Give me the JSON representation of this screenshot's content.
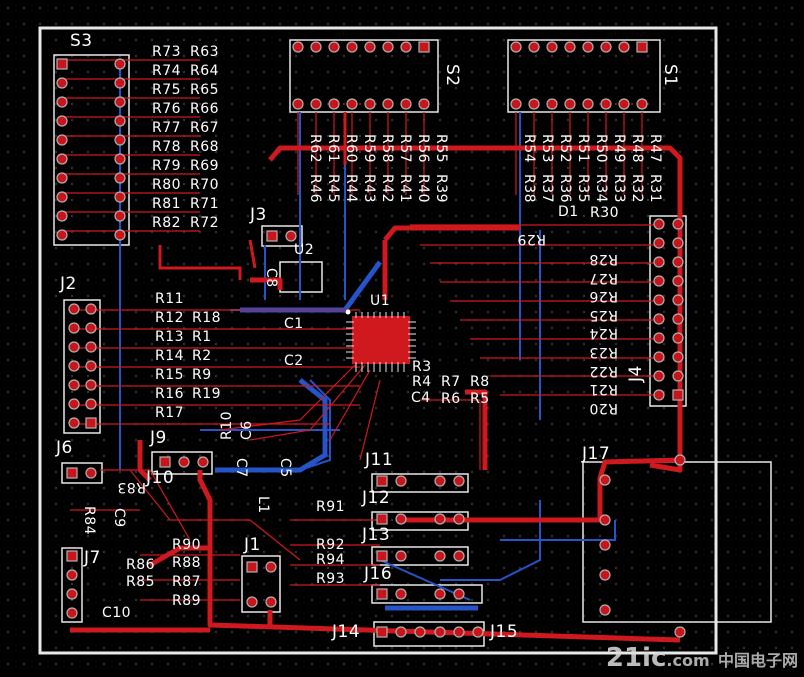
{
  "colors": {
    "top_copper": "#d0191e",
    "bottom_copper": "#2454c8",
    "silkscreen": "#ffffff",
    "board_edge": "#e8e8e8",
    "pad": "#c8151b",
    "via": "#b0b0b0"
  },
  "connectors": {
    "S3": "S3",
    "S2": "S2",
    "S1": "S1",
    "J2": "J2",
    "J3": "J3",
    "J4": "J4",
    "J6": "J6",
    "J7": "J7",
    "J9": "J9",
    "J10": "J10",
    "J1": "J1",
    "J11": "J11",
    "J12": "J12",
    "J13": "J13",
    "J16": "J16",
    "J14": "J14",
    "J15": "J15",
    "J17": "J17",
    "U1": "U1",
    "U2": "U2",
    "D1": "D1"
  },
  "resistors_s3_left": [
    "R73",
    "R74",
    "R75",
    "R76",
    "R77",
    "R78",
    "R79",
    "R80",
    "R81",
    "R82"
  ],
  "resistors_s3_right": [
    "R63",
    "R64",
    "R65",
    "R66",
    "R67",
    "R68",
    "R69",
    "R70",
    "R71",
    "R72"
  ],
  "resistors_s2_top": [
    "R62",
    "R61",
    "R60",
    "R59",
    "R58",
    "R57",
    "R56",
    "R55"
  ],
  "resistors_s2_bottom": [
    "R46",
    "R45",
    "R44",
    "R43",
    "R42",
    "R41",
    "R40",
    "R39"
  ],
  "resistors_s1_top": [
    "R54",
    "R53",
    "R52",
    "R51",
    "R50",
    "R49",
    "R48",
    "R47"
  ],
  "resistors_s1_bottom": [
    "R38",
    "R37",
    "R36",
    "R35",
    "R34",
    "R33",
    "R32",
    "R31"
  ],
  "resistors_j4": [
    "R28",
    "R27",
    "R26",
    "R25",
    "R24",
    "R23",
    "R22",
    "R21",
    "R20"
  ],
  "resistors_j2_left": [
    "R11",
    "R12",
    "R13",
    "R14",
    "R15",
    "R16",
    "R17"
  ],
  "resistors_j2_right": [
    "R18",
    "R1",
    "R2",
    "R9",
    "R19"
  ],
  "misc_labels": {
    "r30": "R30",
    "r29": "R29",
    "r3": "R3",
    "r4": "R4",
    "r7": "R7",
    "r8": "R8",
    "r6": "R6",
    "r5": "R5",
    "r10": "R10",
    "r83": "R83",
    "r84": "R84",
    "r86": "R86",
    "r85": "R85",
    "r90": "R90",
    "r88": "R88",
    "r87": "R87",
    "r89": "R89",
    "r91": "R91",
    "r92": "R92",
    "r94": "R94",
    "r93": "R93",
    "c1": "C1",
    "c2": "C2",
    "c4": "C4",
    "c5": "C5",
    "c6": "C6",
    "c7": "C7",
    "c8": "C8",
    "c9": "C9",
    "c10": "C10",
    "l1": "L1"
  },
  "watermark": {
    "brand": "21ic",
    "suffix": ".com",
    "cn": "中国电子网"
  }
}
